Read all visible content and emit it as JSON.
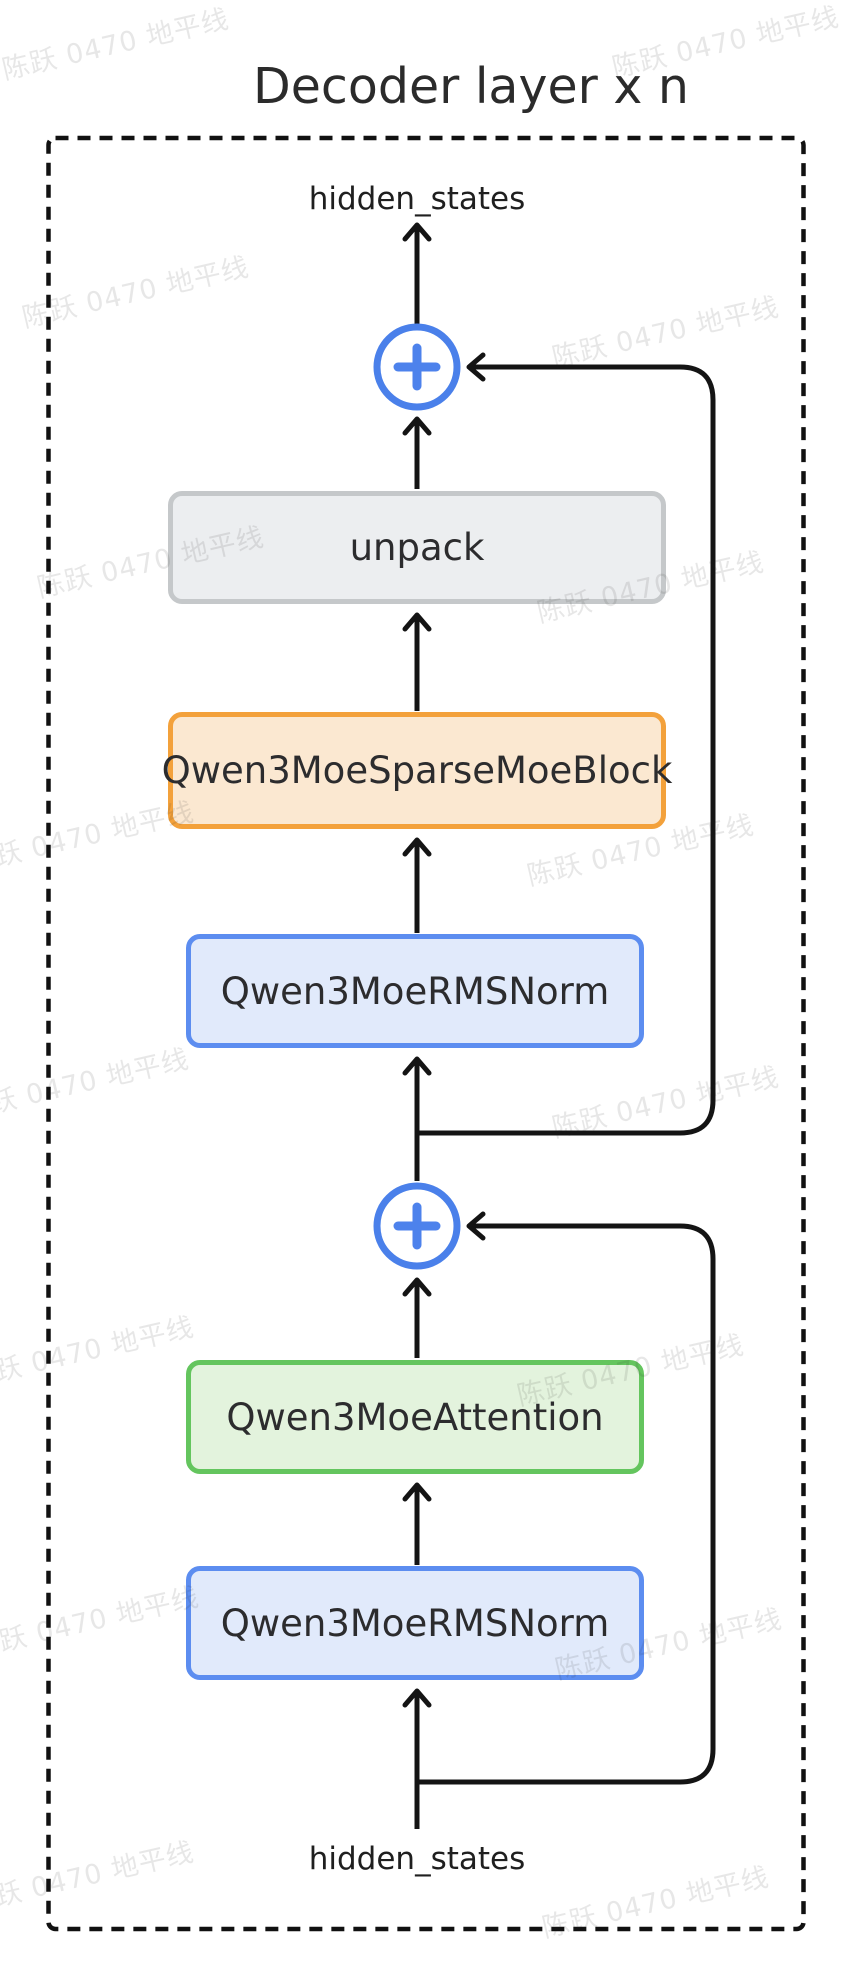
{
  "title": "Decoder layer x n",
  "watermark": {
    "text": "陈跃 0470 地平线"
  },
  "diagram": {
    "output_label": "hidden_states",
    "input_label": "hidden_states",
    "add_symbol": "+",
    "nodes": [
      {
        "id": "unpack",
        "label": "unpack",
        "type": "gray"
      },
      {
        "id": "sparse_moe",
        "label": "Qwen3MoeSparseMoeBlock",
        "type": "orange"
      },
      {
        "id": "post_attn_norm",
        "label": "Qwen3MoeRMSNorm",
        "type": "blue"
      },
      {
        "id": "attention",
        "label": "Qwen3MoeAttention",
        "type": "green"
      },
      {
        "id": "input_norm",
        "label": "Qwen3MoeRMSNorm",
        "type": "blue"
      }
    ],
    "icons": [
      {
        "name": "add-icon",
        "glyph": "+",
        "color": "#4d82ec"
      }
    ],
    "colors": {
      "line": "#141414",
      "add_circle_stroke": "#4a80ea",
      "add_plus": "#4d82ec",
      "boundary_dash": "#111111",
      "gray_border": "#c5c8ca",
      "gray_fill": "#eceef0",
      "orange_border": "#f3a13b",
      "orange_fill": "#fbe8d1",
      "blue_border": "#5c8df0",
      "blue_fill": "#e1eafb",
      "green_border": "#64c55e",
      "green_fill": "#e3f3dd"
    }
  }
}
